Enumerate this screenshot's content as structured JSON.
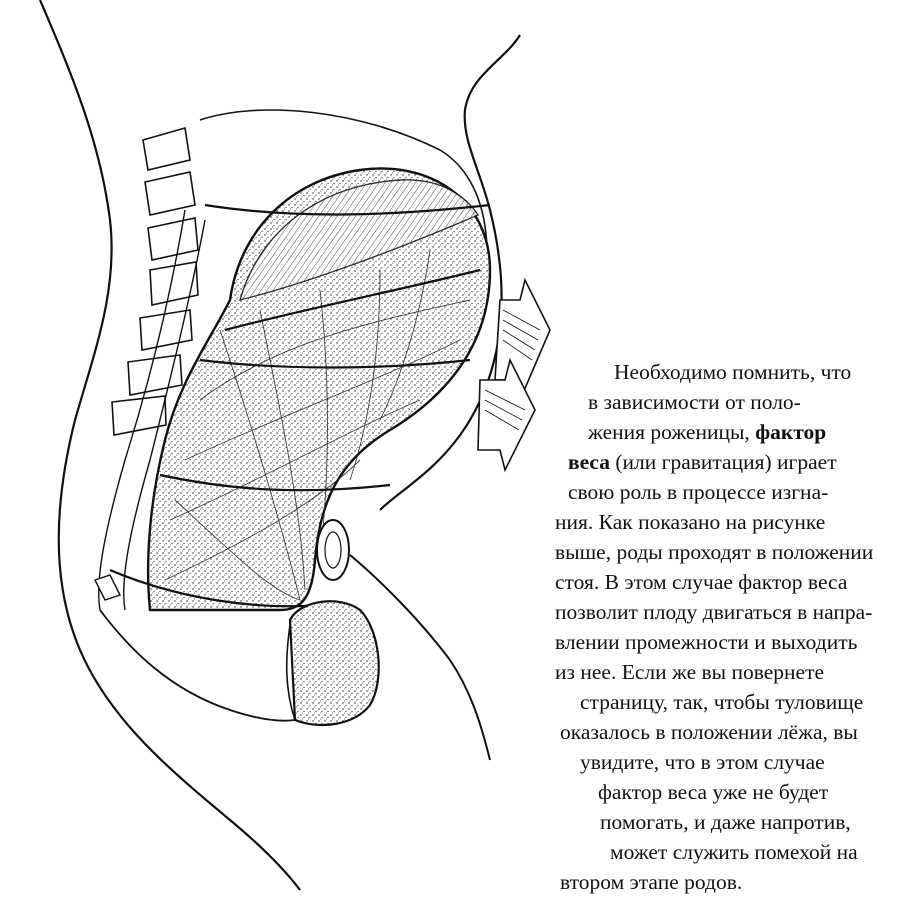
{
  "figure": {
    "description_icons": [
      "pelvis-figure-icon",
      "spine-icon",
      "uterus-icon",
      "fetal-head-icon",
      "birth-canal-icon",
      "arrow-icon"
    ],
    "colors": {
      "ink": "#111111",
      "paper": "#ffffff"
    }
  },
  "paragraph": {
    "lines": [
      {
        "text": "Необходимо помнить, что"
      },
      {
        "text": "в зависимости от поло-"
      },
      {
        "text_before": "жения роженицы, ",
        "bold": "фактор"
      },
      {
        "bold": "веса",
        "text_after": " (или гравитация) играет"
      },
      {
        "text": "свою роль в процессе изгна-"
      },
      {
        "text": "ния. Как показано на рисунке"
      },
      {
        "text": "выше, роды проходят в положении"
      },
      {
        "text": "стоя. В этом случае фактор веса"
      },
      {
        "text": "позволит плоду двигаться в напра-"
      },
      {
        "text": "влении промежности и выходить"
      },
      {
        "text": "из нее. Если же вы повернете"
      },
      {
        "text": "страницу, так, чтобы туловище"
      },
      {
        "text": "оказалось в положении лёжа, вы"
      },
      {
        "text": "увидите, что в этом случае"
      },
      {
        "text": "фактор веса уже не будет"
      },
      {
        "text": "помогать, и даже напротив,"
      },
      {
        "text": "может служить помехой на"
      },
      {
        "text": "втором этапе родов."
      }
    ]
  }
}
